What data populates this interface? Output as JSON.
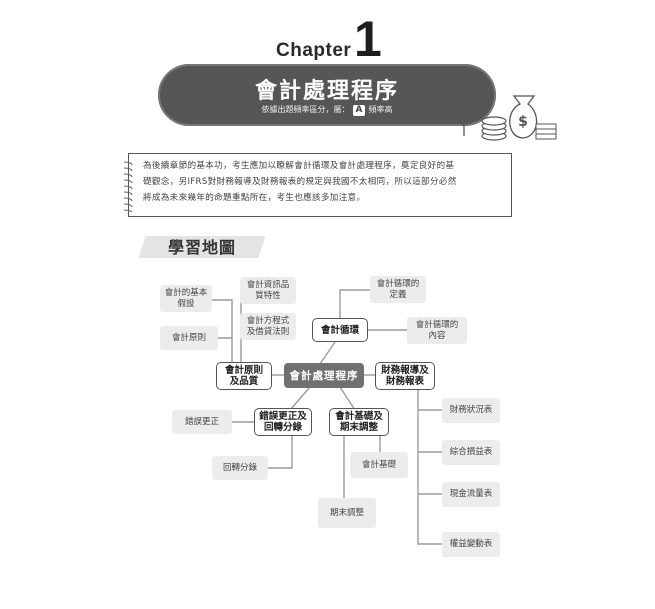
{
  "header": {
    "chapter_word": "Chapter",
    "chapter_number": "1",
    "title": "會計處理程序",
    "frequency_prefix": "依據出題頻率區分，屬：",
    "frequency_grade": "A",
    "frequency_suffix": "頻率高"
  },
  "intro": {
    "lines": [
      "為後續章節的基本功，考生應加以瞭解會計循環及會計處理程序，奠定良好的基",
      "礎觀念，另IFRS對財務報導及財務報表的規定與我國不太相同，所以這部分必然",
      "將成為未來幾年的命題重點所在，考生也應該多加注意。"
    ]
  },
  "map": {
    "heading": "學習地圖",
    "center": "會計處理程序",
    "main_nodes": {
      "principles": "會計原則\n及品質",
      "cycle": "會計循環",
      "reporting": "財務報導及\n財務報表",
      "errors": "錯誤更正及\n回轉分錄",
      "basis": "會計基礎及\n期末調整"
    },
    "sub_nodes": {
      "basic_assumptions": "會計的基本\n假設",
      "accounting_principles": "會計原則",
      "info_quality": "會計資訊品\n質特性",
      "equation": "會計方程式\n及借貸法則",
      "cycle_definition": "會計循環的\n定義",
      "cycle_content": "會計循環的\n內容",
      "error_correction": "錯誤更正",
      "reversing_entries": "回轉分錄",
      "accounting_basis": "會計基礎",
      "period_end_adjustment": "期末調整",
      "balance_sheet": "財務狀況表",
      "comprehensive_income": "綜合損益表",
      "cash_flow": "現金流量表",
      "equity_changes": "權益變動表"
    }
  },
  "colors": {
    "banner": "#565656",
    "center_node": "#707070",
    "sub_node": "#ececec",
    "connector": "#9a9a9a"
  }
}
